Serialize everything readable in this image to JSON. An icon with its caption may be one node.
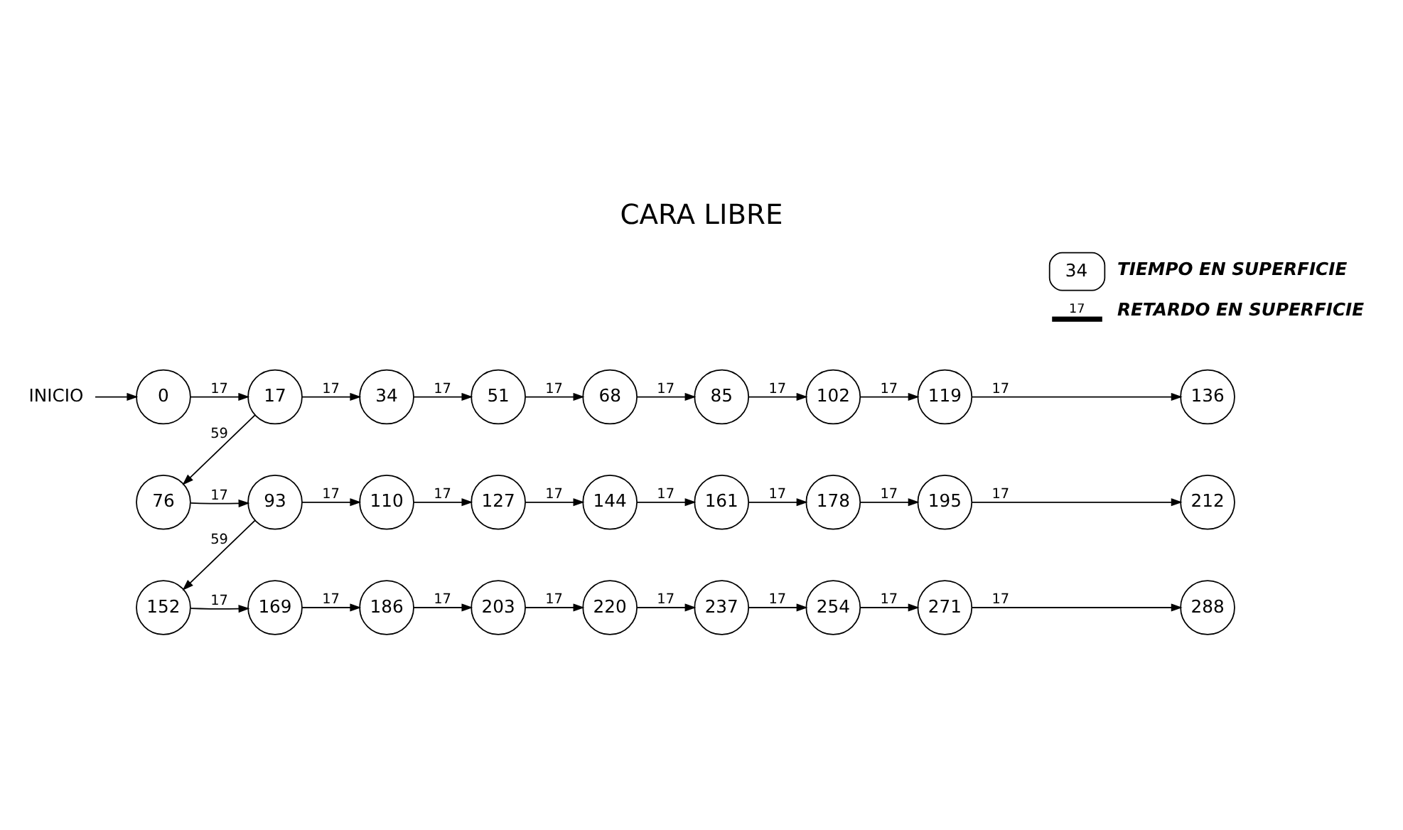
{
  "diagram": {
    "title": "CARA LIBRE",
    "nodes": [
      {
        "text": [
          "INICIO"
        ]
      },
      {
        "text": [
          "0"
        ]
      },
      {
        "text": [
          "17"
        ]
      },
      {
        "text": [
          "34"
        ]
      },
      {
        "text": [
          "51"
        ]
      },
      {
        "text": [
          "68"
        ]
      },
      {
        "text": [
          "85"
        ]
      },
      {
        "text": [
          "102"
        ]
      },
      {
        "text": [
          "119"
        ]
      },
      {
        "text": [
          "136"
        ]
      },
      {
        "text": [
          "76"
        ]
      },
      {
        "text": [
          "93"
        ]
      },
      {
        "text": [
          "110"
        ]
      },
      {
        "text": [
          "127"
        ]
      },
      {
        "text": [
          "144"
        ]
      },
      {
        "text": [
          "161"
        ]
      },
      {
        "text": [
          "178"
        ]
      },
      {
        "text": [
          "195"
        ]
      },
      {
        "text": [
          "212"
        ]
      },
      {
        "text": [
          "152"
        ]
      },
      {
        "text": [
          "169"
        ]
      },
      {
        "text": [
          "186"
        ]
      },
      {
        "text": [
          "203"
        ]
      },
      {
        "text": [
          "220"
        ]
      },
      {
        "text": [
          "237"
        ]
      },
      {
        "text": [
          "254"
        ]
      },
      {
        "text": [
          "271"
        ]
      },
      {
        "text": [
          "288"
        ]
      }
    ],
    "edges": [
      {
        "from": 0,
        "to": 1,
        "arrow": "to"
      },
      {
        "from": 1,
        "to": 2,
        "arrow": "to",
        "label": "17"
      },
      {
        "from": 2,
        "to": 3,
        "arrow": "to",
        "label": "17"
      },
      {
        "from": 3,
        "to": 4,
        "arrow": "to",
        "label": "17"
      },
      {
        "from": 4,
        "to": 5,
        "arrow": "to",
        "label": "17"
      },
      {
        "from": 5,
        "to": 6,
        "arrow": "to",
        "label": "17"
      },
      {
        "from": 6,
        "to": 7,
        "arrow": "to",
        "label": "17"
      },
      {
        "from": 7,
        "to": 8,
        "arrow": "to",
        "label": "17"
      },
      {
        "from": 8,
        "to": 9,
        "arrow": "to",
        "label": "17"
      },
      {
        "from": 2,
        "to": 10,
        "arrow": "to",
        "label": "59"
      },
      {
        "from": 10,
        "to": 11,
        "arrow": "to",
        "label": "17"
      },
      {
        "from": 11,
        "to": 12,
        "arrow": "to",
        "label": "17"
      },
      {
        "from": 12,
        "to": 13,
        "arrow": "to",
        "label": "17"
      },
      {
        "from": 13,
        "to": 14,
        "arrow": "to",
        "label": "17"
      },
      {
        "from": 14,
        "to": 15,
        "arrow": "to",
        "label": "17"
      },
      {
        "from": 15,
        "to": 16,
        "arrow": "to",
        "label": "17"
      },
      {
        "from": 16,
        "to": 17,
        "arrow": "to",
        "label": "17"
      },
      {
        "from": 17,
        "to": 18,
        "arrow": "to",
        "label": "17"
      },
      {
        "from": 11,
        "to": 19,
        "arrow": "to",
        "label": "59"
      },
      {
        "from": 19,
        "to": 20,
        "arrow": "to",
        "label": "17"
      },
      {
        "from": 20,
        "to": 21,
        "arrow": "to",
        "label": "17"
      },
      {
        "from": 21,
        "to": 22,
        "arrow": "to",
        "label": "17"
      },
      {
        "from": 22,
        "to": 23,
        "arrow": "to",
        "label": "17"
      },
      {
        "from": 23,
        "to": 24,
        "arrow": "to",
        "label": "17"
      },
      {
        "from": 24,
        "to": 25,
        "arrow": "to",
        "label": "17"
      },
      {
        "from": 25,
        "to": 26,
        "arrow": "to",
        "label": "17"
      },
      {
        "from": 26,
        "to": 27,
        "arrow": "to",
        "label": "17"
      }
    ],
    "labels": [
      "34",
      "17"
    ],
    "legend": [
      {
        "text": "TIEMPO EN SUPERFICIE"
      },
      {
        "text": "RETARDO EN SUPERFICIE"
      }
    ]
  }
}
